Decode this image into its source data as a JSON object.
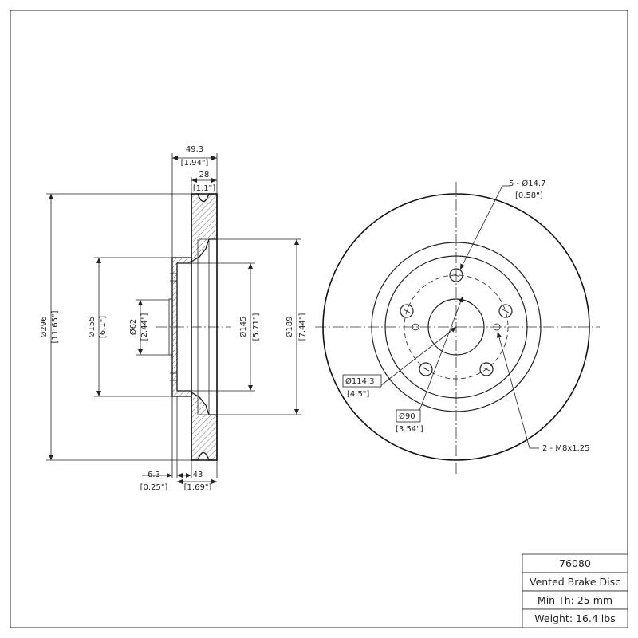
{
  "title_block": {
    "part_number": "76080",
    "description": "Vented Brake Disc",
    "min_thickness": "Min Th: 25 mm",
    "weight": "Weight: 16.4 lbs"
  },
  "side_view": {
    "width_total": {
      "mm": "49.3",
      "in": "[1.94\"]"
    },
    "disc_thickness": {
      "mm": "28",
      "in": "[1.1\"]"
    },
    "hat_wall": {
      "mm": "6.3",
      "in": "[0.25\"]"
    },
    "hat_height": {
      "mm": "43",
      "in": "[1.69\"]"
    },
    "outer_diameter": {
      "mm": "Ø296",
      "in": "[11.65\"]"
    },
    "hat_diameter": {
      "mm": "Ø155",
      "in": "[6.1\"]"
    },
    "center_bore": {
      "mm": "Ø62",
      "in": "[2.44\"]"
    },
    "inner_hat_diameter": {
      "mm": "Ø145",
      "in": "[5.71\"]"
    },
    "inner_friction_diameter": {
      "mm": "Ø189",
      "in": "[7.44\"]"
    }
  },
  "front_view": {
    "bolt_holes": {
      "mm": "5 - Ø14.7",
      "in": "[0.58\"]"
    },
    "bolt_circle": {
      "mm": "Ø114.3",
      "in": "[4.5\"]"
    },
    "hat_inner_circle": {
      "mm": "Ø90",
      "in": "[3.54\"]"
    },
    "threaded_holes": "2 - M8x1.25"
  }
}
